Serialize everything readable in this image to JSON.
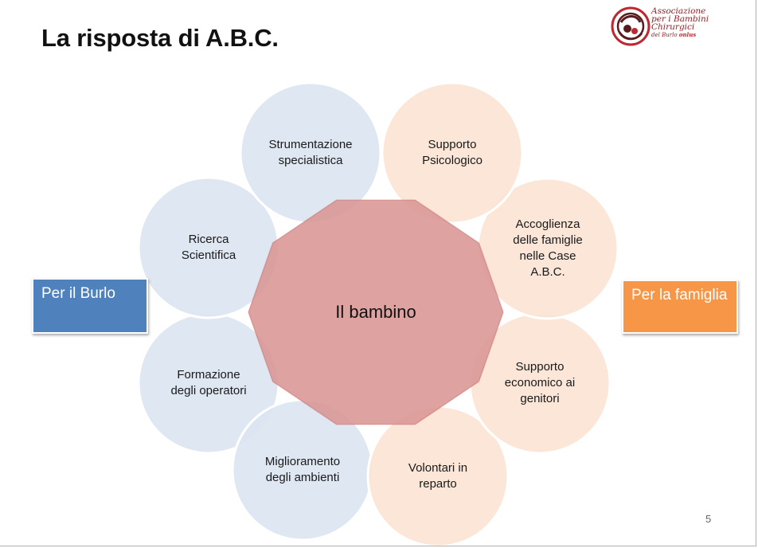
{
  "slide": {
    "title": "La risposta di A.B.C.",
    "page_number": "5"
  },
  "logo": {
    "line1": "Associazione",
    "line2": "per i Bambini",
    "line3": "Chirurgici",
    "line4": "del Burlo",
    "onlus": "onlus",
    "color": "#9c1c24"
  },
  "diagram": {
    "center": {
      "label": "Il bambino",
      "fill": "#d99694",
      "stroke": "#c0504d"
    },
    "petals": [
      {
        "lines": [
          "Strumentazione",
          "specialistica"
        ],
        "group": "burlo"
      },
      {
        "lines": [
          "Supporto",
          "Psicologico"
        ],
        "group": "famiglia"
      },
      {
        "lines": [
          "Accoglienza",
          "delle  famiglie",
          "nelle Case",
          "A.B.C."
        ],
        "group": "famiglia"
      },
      {
        "lines": [
          "Supporto",
          "economico ai",
          "genitori"
        ],
        "group": "famiglia"
      },
      {
        "lines": [
          "Volontari in",
          "reparto"
        ],
        "group": "famiglia"
      },
      {
        "lines": [
          "Miglioramento",
          "degli ambienti"
        ],
        "group": "burlo"
      },
      {
        "lines": [
          "Formazione",
          "degli operatori"
        ],
        "group": "burlo"
      },
      {
        "lines": [
          "Ricerca",
          "Scientifica"
        ],
        "group": "burlo"
      }
    ],
    "colors": {
      "burlo": "#dbe5f1",
      "famiglia": "#fbe4d5"
    }
  },
  "side_boxes": {
    "left": {
      "label": "Per il Burlo",
      "color": "#4f81bd"
    },
    "right": {
      "label": "Per la famiglia",
      "color": "#f79646"
    }
  }
}
